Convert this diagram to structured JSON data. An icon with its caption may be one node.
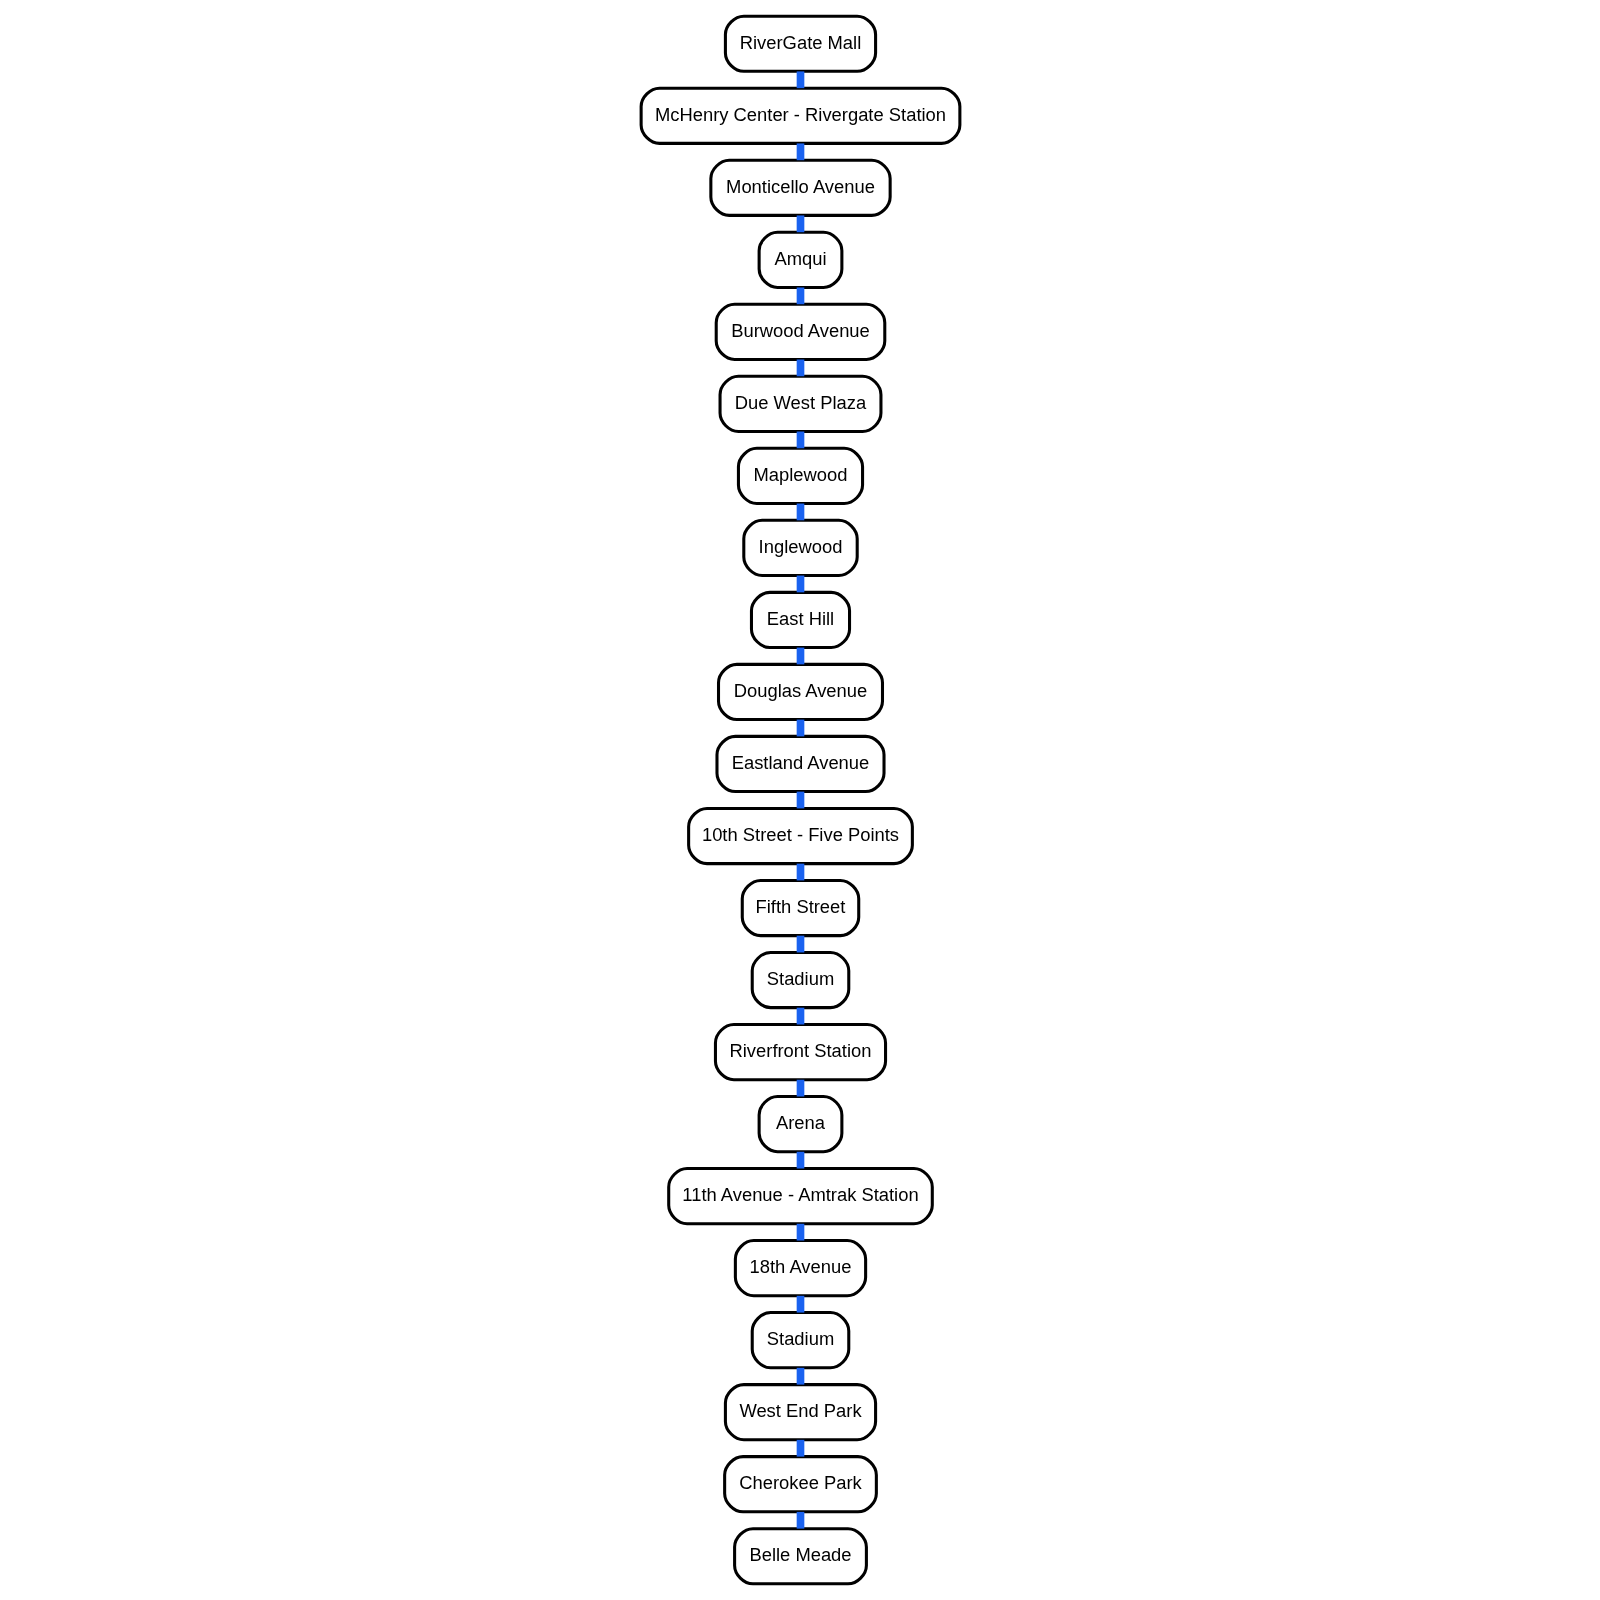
{
  "diagram": {
    "nodes": [
      {
        "text": [
          "Belle Meade"
        ]
      },
      {
        "text": [
          "Cherokee Park"
        ]
      },
      {
        "text": [
          "West End Park"
        ]
      },
      {
        "text": [
          "Stadium"
        ]
      },
      {
        "text": [
          "18th Avenue"
        ]
      },
      {
        "text": [
          "11th Avenue - Amtrak Station"
        ]
      },
      {
        "text": [
          "Arena"
        ]
      },
      {
        "text": [
          "Riverfront Station"
        ]
      },
      {
        "text": [
          "Stadium"
        ]
      },
      {
        "text": [
          "Fifth Street"
        ]
      },
      {
        "text": [
          "10th Street - Five Points"
        ]
      },
      {
        "text": [
          "Eastland Avenue"
        ]
      },
      {
        "text": [
          "Douglas Avenue"
        ]
      },
      {
        "text": [
          "East Hill"
        ]
      },
      {
        "text": [
          "Inglewood"
        ]
      },
      {
        "text": [
          "Maplewood"
        ]
      },
      {
        "text": [
          "Due West Plaza"
        ]
      },
      {
        "text": [
          "Burwood Avenue"
        ]
      },
      {
        "text": [
          "Amqui"
        ]
      },
      {
        "text": [
          "Monticello Avenue"
        ]
      },
      {
        "text": [
          "McHenry Center - Rivergate Station"
        ]
      },
      {
        "text": [
          "RiverGate Mall"
        ]
      }
    ],
    "edges": [
      {
        "from": 0,
        "to": 1,
        "arrow": "none"
      },
      {
        "from": 1,
        "to": 2,
        "arrow": "none"
      },
      {
        "from": 2,
        "to": 3,
        "arrow": "none"
      },
      {
        "from": 3,
        "to": 4,
        "arrow": "none"
      },
      {
        "from": 4,
        "to": 5,
        "arrow": "none"
      },
      {
        "from": 5,
        "to": 6,
        "arrow": "none"
      },
      {
        "from": 6,
        "to": 7,
        "arrow": "none"
      },
      {
        "from": 7,
        "to": 8,
        "arrow": "none"
      },
      {
        "from": 8,
        "to": 9,
        "arrow": "none"
      },
      {
        "from": 9,
        "to": 10,
        "arrow": "none"
      },
      {
        "from": 10,
        "to": 11,
        "arrow": "none"
      },
      {
        "from": 11,
        "to": 12,
        "arrow": "none"
      },
      {
        "from": 12,
        "to": 13,
        "arrow": "none"
      },
      {
        "from": 13,
        "to": 14,
        "arrow": "none"
      },
      {
        "from": 14,
        "to": 15,
        "arrow": "none"
      },
      {
        "from": 15,
        "to": 16,
        "arrow": "none"
      },
      {
        "from": 16,
        "to": 17,
        "arrow": "none"
      },
      {
        "from": 17,
        "to": 18,
        "arrow": "none"
      },
      {
        "from": 18,
        "to": 19,
        "arrow": "none"
      },
      {
        "from": 19,
        "to": 20,
        "arrow": "none"
      },
      {
        "from": 20,
        "to": 21,
        "arrow": "none"
      }
    ]
  }
}
